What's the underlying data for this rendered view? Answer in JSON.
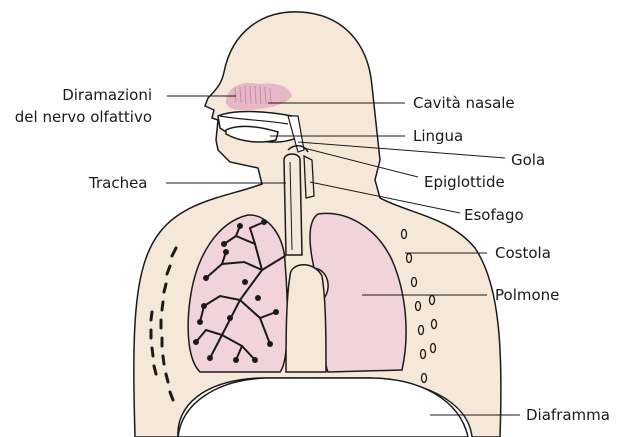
{
  "labels": {
    "diramazioni_line1": "Diramazioni",
    "diramazioni_line2": "del nervo olfattivo",
    "cavita_nasale": "Cavità nasale",
    "lingua": "Lingua",
    "gola": "Gola",
    "epiglottide": "Epiglottide",
    "trachea": "Trachea",
    "esofago": "Esofago",
    "costola": "Costola",
    "polmone": "Polmone",
    "diaframma": "Diaframma"
  },
  "colors": {
    "skin": "#f6e8d8",
    "lung": "#f1d3dc",
    "nasal": "#e7b7c8",
    "outline": "#1a1a1a"
  }
}
